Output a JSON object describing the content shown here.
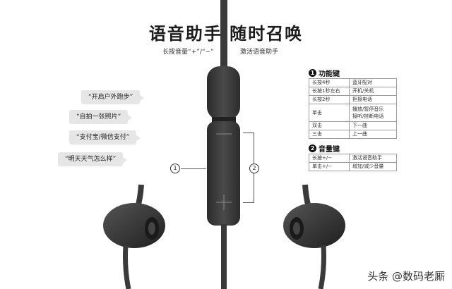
{
  "headline": "语音助手  随时召唤",
  "subline": {
    "left": "长按音量“+”/“−”",
    "right": "激活语音助手"
  },
  "bubbles": [
    "“开启户外跑步”",
    "“自拍一张照片”",
    "“支付宝/微信支付”",
    "“明天天气怎么样”"
  ],
  "callouts": {
    "one": "1",
    "two": "2"
  },
  "control": {
    "minus": "—",
    "plus": "+"
  },
  "function_keys": {
    "number": "1",
    "title": "功能键",
    "rows": [
      {
        "k": "长按4秒",
        "v": "蓝牙配对"
      },
      {
        "k": "长按1秒左右",
        "v": "开机/关机"
      },
      {
        "k": "长按2秒",
        "v": "拒接电话"
      },
      {
        "k": "单击",
        "v": "播放/暂停音乐",
        "v2": "接听/挂断电话"
      },
      {
        "k": "双击",
        "v": "下一曲"
      },
      {
        "k": "三击",
        "v": "上一曲"
      }
    ]
  },
  "volume_keys": {
    "number": "2",
    "title": "音量键",
    "rows": [
      {
        "k": "长按+/−",
        "v": "激活语音助手"
      },
      {
        "k": "单击+/−",
        "v": "增加/减少音量"
      }
    ]
  },
  "watermark": "头条 @数码老厮",
  "colors": {
    "device": "#3a3a3a",
    "device_dark": "#2a2a2a",
    "bubble": "#e6e6e6"
  }
}
